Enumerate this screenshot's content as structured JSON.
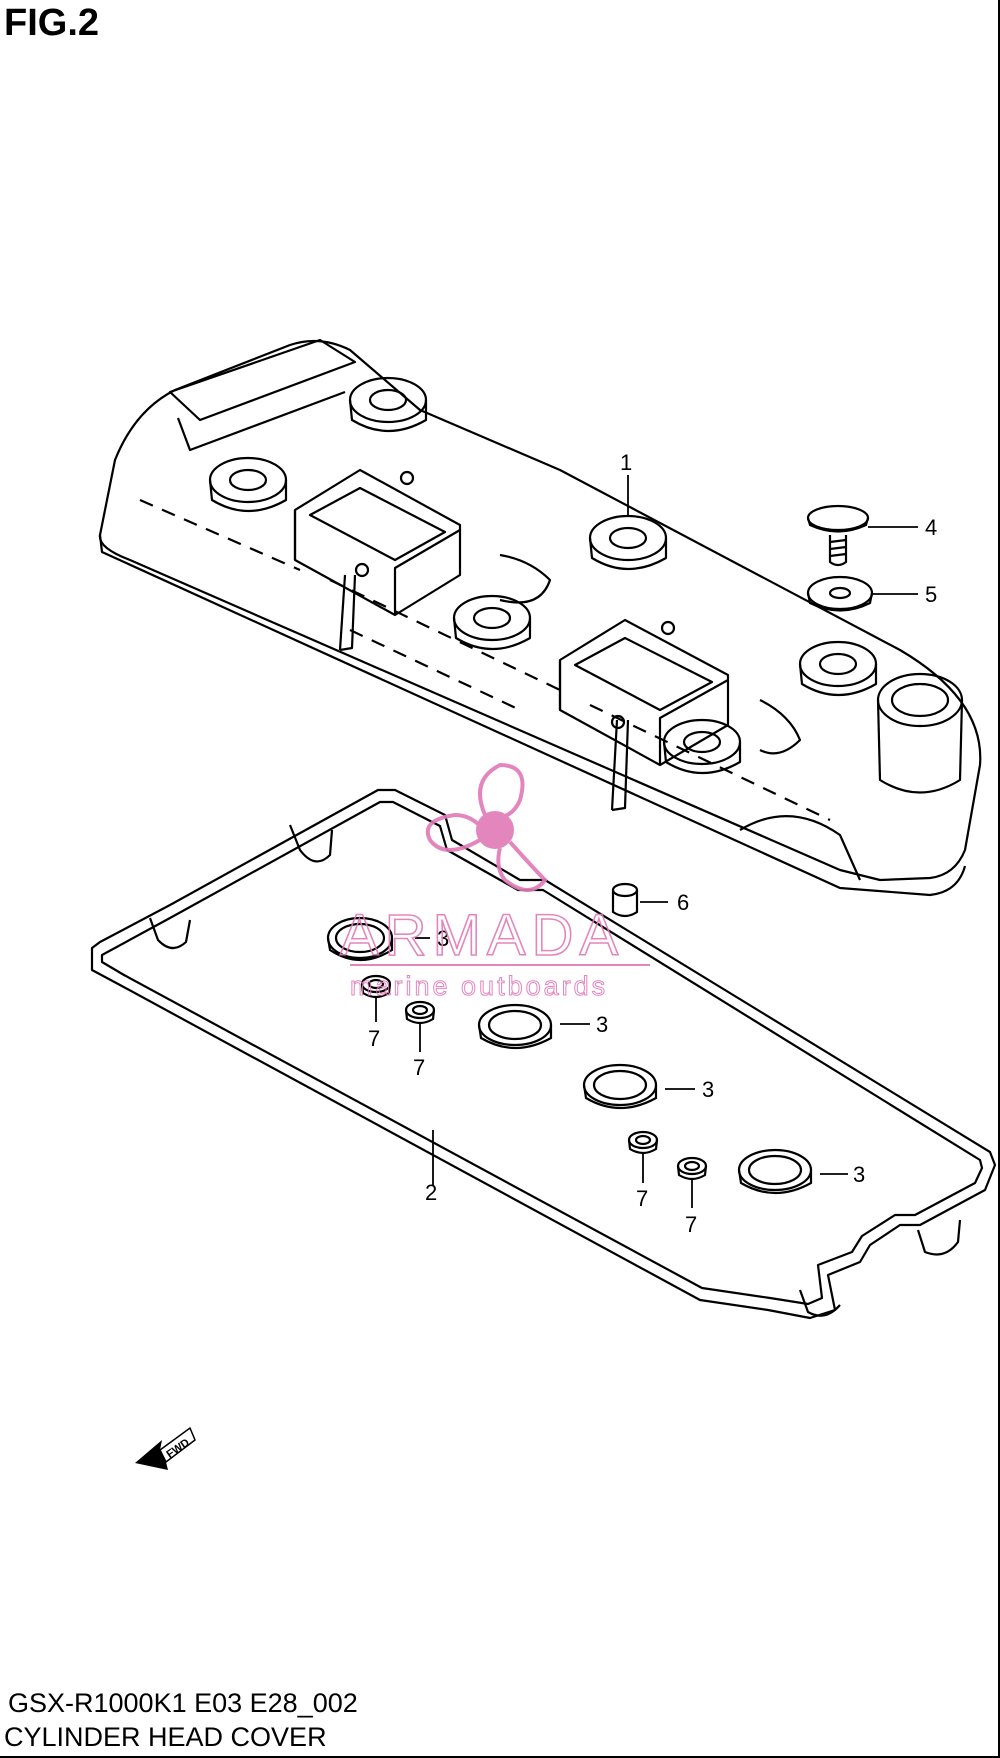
{
  "figure": {
    "title": "FIG.2"
  },
  "footer": {
    "model_code": "GSX-R1000K1 E03 E28_002",
    "section_name": "CYLINDER HEAD COVER"
  },
  "callouts": {
    "c1": "1",
    "c2": "2",
    "c3a": "3",
    "c3b": "3",
    "c3c": "3",
    "c3d": "3",
    "c4": "4",
    "c5": "5",
    "c6": "6",
    "c7a": "7",
    "c7b": "7",
    "c7c": "7",
    "c7d": "7"
  },
  "fwd_arrow": {
    "label": "FWD"
  },
  "watermark": {
    "brand": "ARMADA",
    "tagline": "marine outboards",
    "color": "#e07ab8",
    "icon": "propeller-icon"
  }
}
